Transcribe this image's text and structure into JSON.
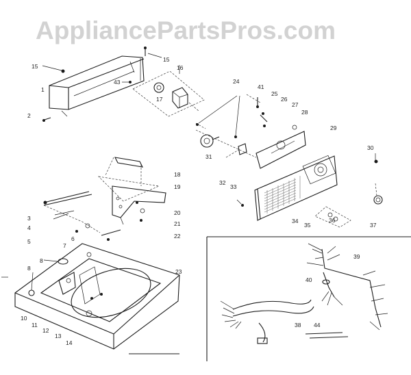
{
  "watermark": "AppliancePartsPros.com",
  "callouts": {
    "c1": "1",
    "c2": "2",
    "c3": "3",
    "c4": "4",
    "c5": "5",
    "c6": "6",
    "c7": "7",
    "c8a": "8",
    "c8b": "8",
    "c10": "10",
    "c11": "11",
    "c12": "12",
    "c13": "13",
    "c14": "14",
    "c15a": "15",
    "c15b": "15",
    "c16": "16",
    "c17": "17",
    "c18": "18",
    "c19": "19",
    "c20": "20",
    "c21": "21",
    "c22": "22",
    "c23": "23",
    "c24": "24",
    "c25": "25",
    "c26": "26",
    "c27": "27",
    "c28": "28",
    "c29": "29",
    "c30": "30",
    "c31": "31",
    "c32": "32",
    "c33": "33",
    "c34": "34",
    "c35": "35",
    "c36": "36",
    "c37": "37",
    "c38": "38",
    "c39": "39",
    "c40": "40",
    "c41": "41",
    "c43": "43",
    "c44": "44"
  }
}
